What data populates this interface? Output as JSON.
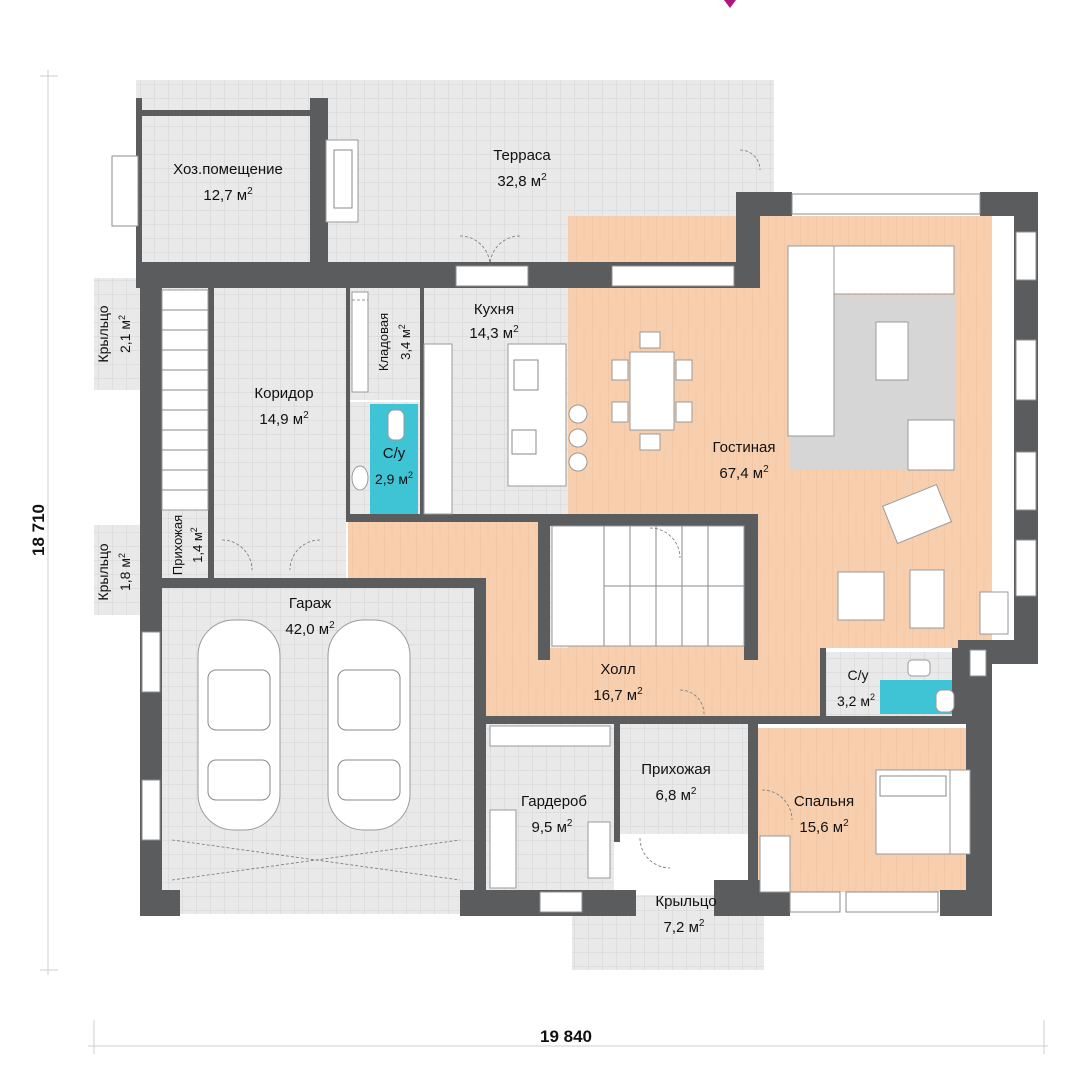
{
  "plan": {
    "rooms": [
      {
        "id": "utility",
        "name": "Хоз.помещение",
        "area": "12,7 м",
        "sup": "2"
      },
      {
        "id": "terrace",
        "name": "Терраса",
        "area": "32,8 м",
        "sup": "2"
      },
      {
        "id": "kitchen",
        "name": "Кухня",
        "area": "14,3 м",
        "sup": "2"
      },
      {
        "id": "pantry",
        "name": "Кладовая",
        "area": "3,4 м",
        "sup": "2"
      },
      {
        "id": "corridor",
        "name": "Коридор",
        "area": "14,9 м",
        "sup": "2"
      },
      {
        "id": "wc1",
        "name": "С/у",
        "area": "2,9 м",
        "sup": "2"
      },
      {
        "id": "living",
        "name": "Гостиная",
        "area": "67,4 м",
        "sup": "2"
      },
      {
        "id": "porch1",
        "name": "Крыльцо",
        "area": "2,1 м",
        "sup": "2"
      },
      {
        "id": "porch2",
        "name": "Крыльцо",
        "area": "1,8 м",
        "sup": "2"
      },
      {
        "id": "entry1",
        "name": "Прихожая",
        "area": "1,4 м",
        "sup": "2"
      },
      {
        "id": "garage",
        "name": "Гараж",
        "area": "42,0 м",
        "sup": "2"
      },
      {
        "id": "hall",
        "name": "Холл",
        "area": "16,7 м",
        "sup": "2"
      },
      {
        "id": "wc2",
        "name": "С/у",
        "area": "3,2 м",
        "sup": "2"
      },
      {
        "id": "wardrobe",
        "name": "Гардероб",
        "area": "9,5 м",
        "sup": "2"
      },
      {
        "id": "entry2",
        "name": "Прихожая",
        "area": "6,8 м",
        "sup": "2"
      },
      {
        "id": "bedroom",
        "name": "Спальня",
        "area": "15,6 м",
        "sup": "2"
      },
      {
        "id": "porch3",
        "name": "Крыльцо",
        "area": "7,2 м",
        "sup": "2"
      }
    ],
    "dimensions": {
      "width": "19 840",
      "height": "18 710"
    },
    "colors": {
      "wall": "#5a5c5e",
      "tile": "#e8e8e8",
      "wood": "#f7cfae",
      "water": "#3fc4d6",
      "accent": "#b0177a"
    }
  }
}
